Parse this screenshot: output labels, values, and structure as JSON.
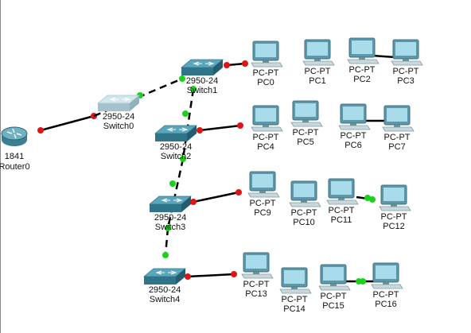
{
  "colors": {
    "background": "#ffffff",
    "link": "#000000",
    "link_up": "#19d219",
    "link_down": "#e01414",
    "switch_active": "#3f8fa4",
    "switch_inactive": "#b9d3dc",
    "pc_screen": "#a9dcea",
    "pc_frame": "#5d98aa"
  },
  "devices": [
    {
      "id": "router0",
      "type": "router",
      "icon": "router-icon",
      "model": "1841",
      "name": "Router0"
    },
    {
      "id": "switch0",
      "type": "switch",
      "icon": "switch-icon",
      "model": "2950-24",
      "name": "Switch0",
      "active": false
    },
    {
      "id": "switch1",
      "type": "switch",
      "icon": "switch-icon",
      "model": "2950-24",
      "name": "Switch1",
      "active": true
    },
    {
      "id": "switch2",
      "type": "switch",
      "icon": "switch-icon",
      "model": "2950-24",
      "name": "Switch2",
      "active": true
    },
    {
      "id": "switch3",
      "type": "switch",
      "icon": "switch-icon",
      "model": "2950-24",
      "name": "Switch3",
      "active": true
    },
    {
      "id": "switch4",
      "type": "switch",
      "icon": "switch-icon",
      "model": "2950-24",
      "name": "Switch4",
      "active": true
    },
    {
      "id": "pc0",
      "type": "pc",
      "icon": "pc-icon",
      "model": "PC-PT",
      "name": "PC0"
    },
    {
      "id": "pc1",
      "type": "pc",
      "icon": "pc-icon",
      "model": "PC-PT",
      "name": "PC1"
    },
    {
      "id": "pc2",
      "type": "pc",
      "icon": "pc-icon",
      "model": "PC-PT",
      "name": "PC2"
    },
    {
      "id": "pc3",
      "type": "pc",
      "icon": "pc-icon",
      "model": "PC-PT",
      "name": "PC3"
    },
    {
      "id": "pc4",
      "type": "pc",
      "icon": "pc-icon",
      "model": "PC-PT",
      "name": "PC4"
    },
    {
      "id": "pc5",
      "type": "pc",
      "icon": "pc-icon",
      "model": "PC-PT",
      "name": "PC5"
    },
    {
      "id": "pc6",
      "type": "pc",
      "icon": "pc-icon",
      "model": "PC-PT",
      "name": "PC6"
    },
    {
      "id": "pc7",
      "type": "pc",
      "icon": "pc-icon",
      "model": "PC-PT",
      "name": "PC7"
    },
    {
      "id": "pc9",
      "type": "pc",
      "icon": "pc-icon",
      "model": "PC-PT",
      "name": "PC9"
    },
    {
      "id": "pc10",
      "type": "pc",
      "icon": "pc-icon",
      "model": "PC-PT",
      "name": "PC10"
    },
    {
      "id": "pc11",
      "type": "pc",
      "icon": "pc-icon",
      "model": "PC-PT",
      "name": "PC11"
    },
    {
      "id": "pc12",
      "type": "pc",
      "icon": "pc-icon",
      "model": "PC-PT",
      "name": "PC12"
    },
    {
      "id": "pc13",
      "type": "pc",
      "icon": "pc-icon",
      "model": "PC-PT",
      "name": "PC13"
    },
    {
      "id": "pc14",
      "type": "pc",
      "icon": "pc-icon",
      "model": "PC-PT",
      "name": "PC14"
    },
    {
      "id": "pc15",
      "type": "pc",
      "icon": "pc-icon",
      "model": "PC-PT",
      "name": "PC15"
    },
    {
      "id": "pc16",
      "type": "pc",
      "icon": "pc-icon",
      "model": "PC-PT",
      "name": "PC16"
    }
  ],
  "links": [
    {
      "from": "router0",
      "to": "switch0",
      "style": "solid",
      "status_from": "down",
      "status_to": "down"
    },
    {
      "from": "switch0",
      "to": "switch1",
      "style": "dashed",
      "status_from": "up",
      "status_to": "up"
    },
    {
      "from": "switch1",
      "to": "switch2",
      "style": "dashed",
      "status_from": "up",
      "status_to": "up"
    },
    {
      "from": "switch2",
      "to": "switch3",
      "style": "dashed",
      "status_from": "up",
      "status_to": "up"
    },
    {
      "from": "switch3",
      "to": "switch4",
      "style": "dashed",
      "status_from": "up",
      "status_to": "up"
    },
    {
      "from": "switch1",
      "to": "pc0",
      "style": "solid",
      "status_from": "down",
      "status_to": "down"
    },
    {
      "from": "pc2",
      "to": "pc3",
      "style": "solid",
      "status_from": "none",
      "status_to": "none"
    },
    {
      "from": "switch2",
      "to": "pc4",
      "style": "solid",
      "status_from": "down",
      "status_to": "down"
    },
    {
      "from": "pc6",
      "to": "pc7",
      "style": "solid",
      "status_from": "none",
      "status_to": "none"
    },
    {
      "from": "switch3",
      "to": "pc9",
      "style": "solid",
      "status_from": "down",
      "status_to": "down"
    },
    {
      "from": "pc11",
      "to": "pc12",
      "style": "solid",
      "status_from": "up",
      "status_to": "up"
    },
    {
      "from": "switch4",
      "to": "pc13",
      "style": "solid",
      "status_from": "down",
      "status_to": "down"
    },
    {
      "from": "pc15",
      "to": "pc16",
      "style": "solid",
      "status_from": "up",
      "status_to": "up"
    }
  ]
}
